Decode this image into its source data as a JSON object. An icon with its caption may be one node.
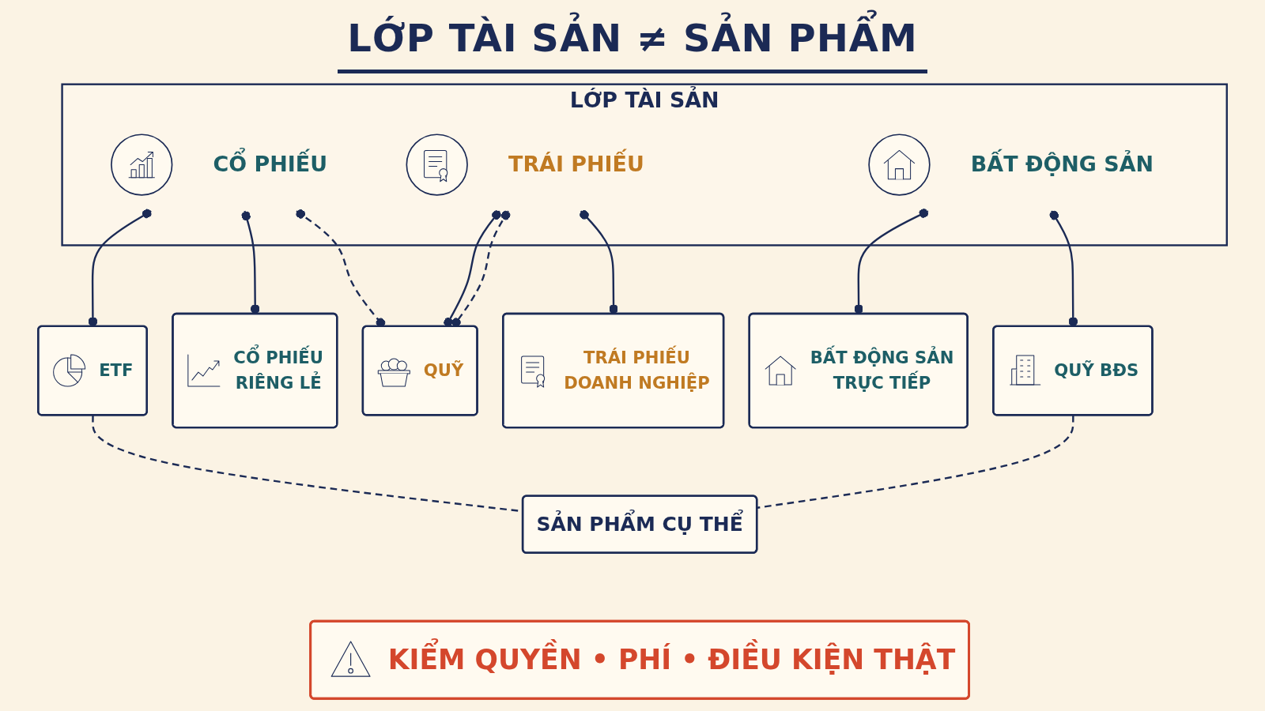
{
  "diagram": {
    "title": "LỚP TÀI SẢN ≠ SẢN PHẨM",
    "nodes": [
      {
        "text": [
          "LỚP TÀI SẢN"
        ]
      },
      {
        "text": [
          "CỔ PHIẾU"
        ],
        "in": 0
      },
      {
        "text": [
          "TRÁI PHIẾU"
        ],
        "in": 0
      },
      {
        "text": [
          "BẤT ĐỘNG SẢN"
        ],
        "in": 0
      },
      {
        "text": [
          "ETF"
        ]
      },
      {
        "text": [
          "CỔ PHIẾU RIÊNG LẺ"
        ]
      },
      {
        "text": [
          "QUỸ"
        ]
      },
      {
        "text": [
          "TRÁI PHIẾU DOANH NGHIỆP"
        ]
      },
      {
        "text": [
          "BẤT ĐỘNG SẢN TRỰC TIẾP"
        ]
      },
      {
        "text": [
          "QUỸ BĐS"
        ]
      },
      {
        "text": [
          "SẢN PHẨM CỤ THỂ"
        ]
      },
      {
        "text": [
          "KIỂM QUYỀN • PHÍ • ĐIỀU KIỆN THẬT"
        ]
      }
    ],
    "edges": [
      {
        "from": 1,
        "to": 4,
        "arrow": "other"
      },
      {
        "from": 1,
        "to": 5,
        "arrow": "other"
      },
      {
        "from": 1,
        "to": 6,
        "arrow": "other",
        "style": "dashed"
      },
      {
        "from": 2,
        "to": 6,
        "arrow": "other"
      },
      {
        "from": 2,
        "to": 6,
        "arrow": "other",
        "style": "dashed"
      },
      {
        "from": 2,
        "to": 7,
        "arrow": "other"
      },
      {
        "from": 3,
        "to": 8,
        "arrow": "other"
      },
      {
        "from": 3,
        "to": 9,
        "arrow": "other"
      },
      {
        "from": 4,
        "to": 10,
        "arrow": "none",
        "style": "dashed"
      },
      {
        "from": 9,
        "to": 10,
        "arrow": "none",
        "style": "dashed"
      }
    ]
  }
}
